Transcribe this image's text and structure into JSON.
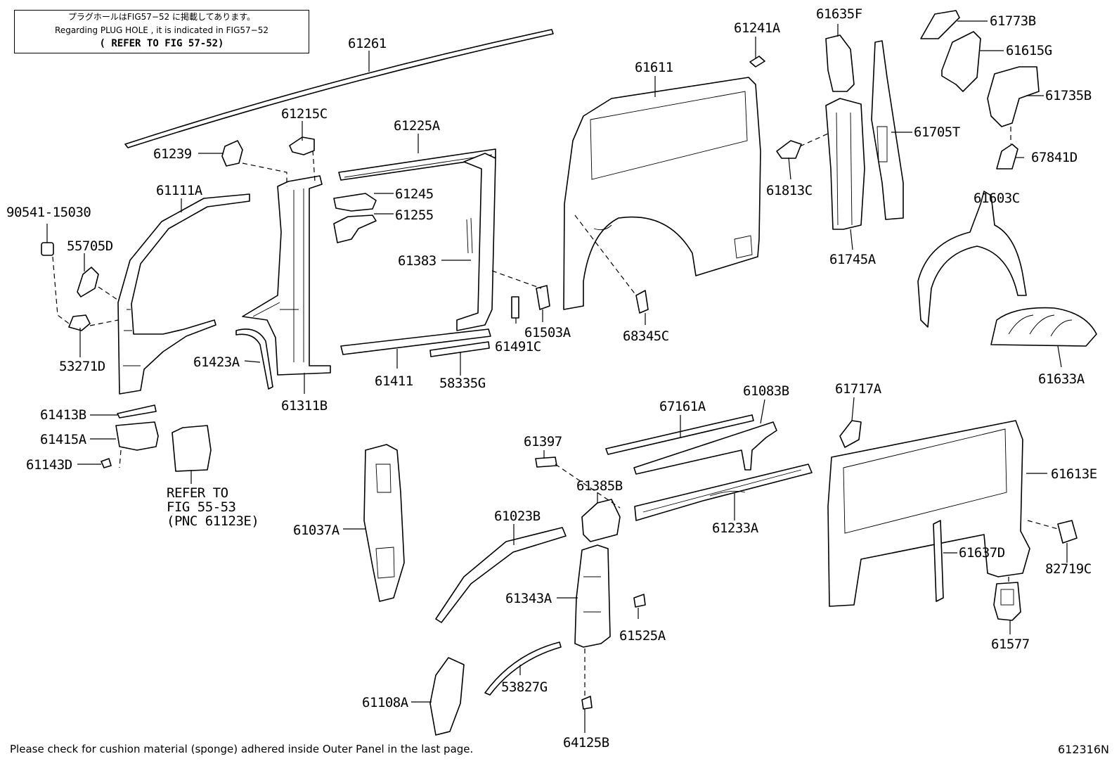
{
  "note": {
    "line1": "プラグホールはFIG57−52 に掲載してあります。",
    "line2": "Regarding  PLUG HOLE , it is indicated in FIG57−52",
    "line3": "( REFER TO FIG 57-52)"
  },
  "refer_note": {
    "line1": "REFER TO",
    "line2": "FIG 55-53",
    "line3": "(PNC 61123E)"
  },
  "labels": {
    "p61261": "61261",
    "p61215C": "61215C",
    "p61239": "61239",
    "p61225A": "61225A",
    "p61111A": "61111A",
    "p90541": "90541-15030",
    "p55705D": "55705D",
    "p53271D": "53271D",
    "p61245": "61245",
    "p61255": "61255",
    "p61383": "61383",
    "p61423A": "61423A",
    "p61311B": "61311B",
    "p61411": "61411",
    "p58335G": "58335G",
    "p61491C": "61491C",
    "p61503A": "61503A",
    "p61241A": "61241A",
    "p61611": "61611",
    "p68345C": "68345C",
    "p61635F": "61635F",
    "p61813C": "61813C",
    "p61705T": "61705T",
    "p61745A": "61745A",
    "p61773B": "61773B",
    "p61615G": "61615G",
    "p61735B": "61735B",
    "p67841D": "67841D",
    "p61603C": "61603C",
    "p61633A": "61633A",
    "p61413B": "61413B",
    "p61415A": "61415A",
    "p61143D": "61143D",
    "p61037A": "61037A",
    "p61397": "61397",
    "p61385B": "61385B",
    "p61023B": "61023B",
    "p61343A": "61343A",
    "p61525A": "61525A",
    "p61108A": "61108A",
    "p53827G": "53827G",
    "p64125B": "64125B",
    "p67161A": "67161A",
    "p61083B": "61083B",
    "p61233A": "61233A",
    "p61717A": "61717A",
    "p61613E": "61613E",
    "p61637D": "61637D",
    "p82719C": "82719C",
    "p61577": "61577"
  },
  "footer": "Please check for cushion material (sponge) adhered inside Outer Panel in the last page.",
  "figure_number": "612316N"
}
